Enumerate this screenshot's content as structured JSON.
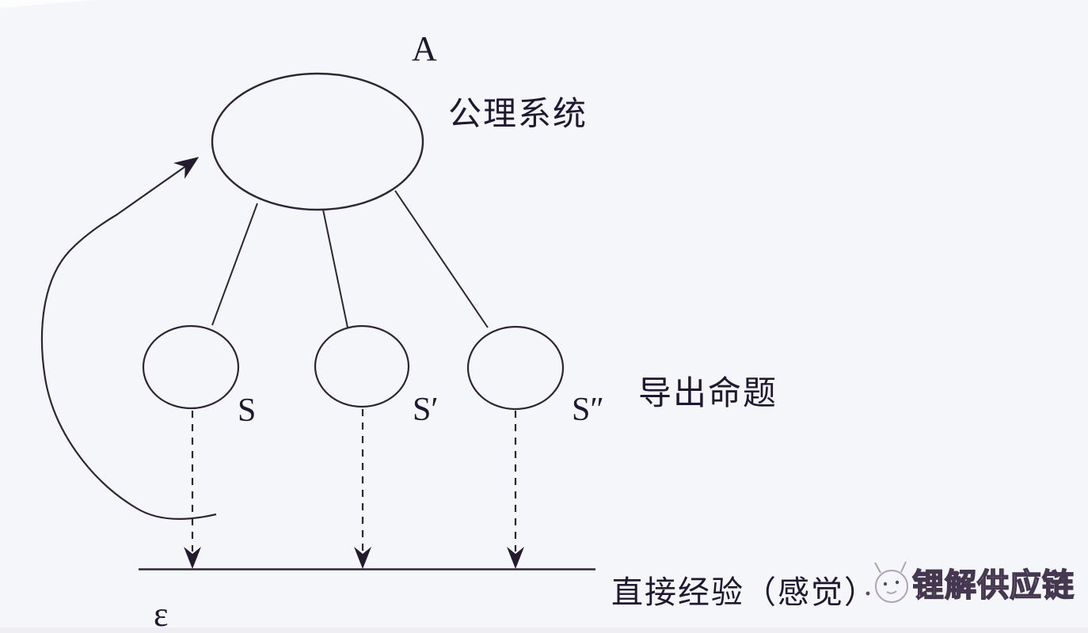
{
  "diagram": {
    "axiom_node": {
      "symbol": "A",
      "label": "公理系统"
    },
    "proposition_nodes": [
      {
        "symbol": "S"
      },
      {
        "symbol": "S′"
      },
      {
        "symbol": "S″"
      }
    ],
    "propositions_label": "导出命题",
    "experience_label": "直接经验（感觉）",
    "experience_symbol": "ε",
    "watermark": {
      "icon": "mascot-face-icon",
      "text": "锂解供应链"
    },
    "colors": {
      "line": "#2e2537",
      "text": "#201831",
      "background": "#f5f6f9",
      "watermark_fill": "#f2edf5",
      "watermark_stroke": "#352741"
    }
  }
}
